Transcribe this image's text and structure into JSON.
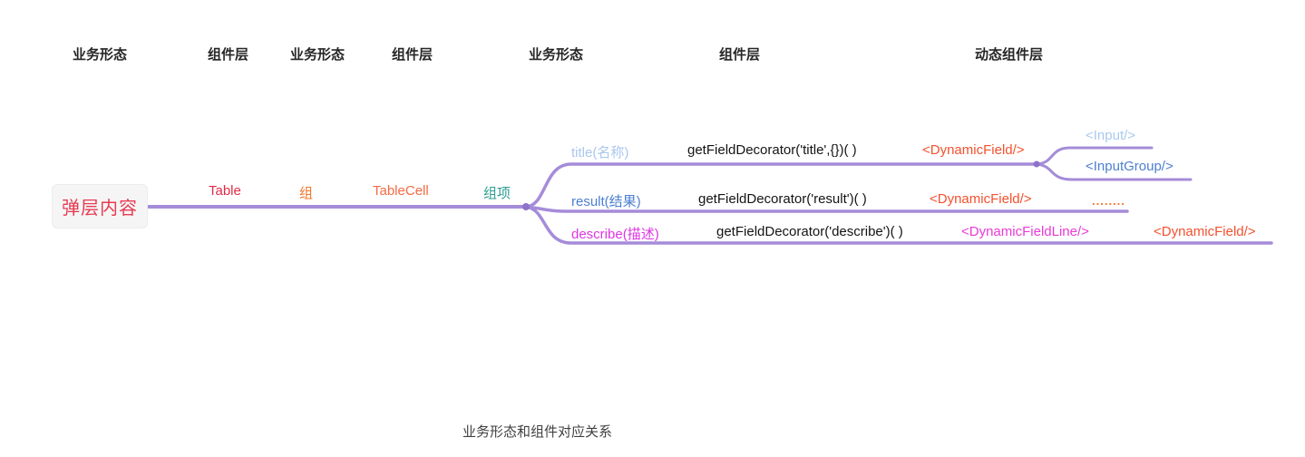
{
  "headers": [
    {
      "label": "业务形态"
    },
    {
      "label": "组件层"
    },
    {
      "label": "业务形态"
    },
    {
      "label": "组件层"
    },
    {
      "label": "业务形态"
    },
    {
      "label": "组件层"
    },
    {
      "label": "动态组件层"
    }
  ],
  "mindmap": {
    "line_color": "#a58cd9",
    "knot_color": "#8f72c9",
    "root": {
      "label": "弹层内容",
      "color": "#e73b52"
    },
    "trunk_nodes": [
      {
        "label": "Table",
        "color": "#e02b47"
      },
      {
        "label": "组",
        "color": "#f4752b"
      },
      {
        "label": "TableCell",
        "color": "#f46a43"
      },
      {
        "label": "组项",
        "color": "#2d9d92"
      }
    ],
    "branches": [
      {
        "field": {
          "label": "title(名称)",
          "color": "#aac7ed"
        },
        "decorator": "getFieldDecorator('title',{})( )",
        "component": {
          "label": "<DynamicField/>",
          "color": "#f4512e"
        },
        "children": [
          {
            "label": "<Input/>",
            "color": "#a9c9ee"
          },
          {
            "label": "<InputGroup/>",
            "color": "#4c7fd1"
          }
        ]
      },
      {
        "field": {
          "label": "result(结果)",
          "color": "#4c7fd1"
        },
        "decorator": "getFieldDecorator('result')( )",
        "component": {
          "label": "<DynamicField/>",
          "color": "#f4512e"
        },
        "ellipsis": {
          "label": "........",
          "color": "#f4742c"
        }
      },
      {
        "field": {
          "label": "describe(描述)",
          "color": "#de35e3"
        },
        "decorator": "getFieldDecorator('describe')( )",
        "component": {
          "label": "<DynamicFieldLine/>",
          "color": "#ea39d7"
        },
        "child": {
          "label": "<DynamicField/>",
          "color": "#f4512e"
        }
      }
    ]
  },
  "caption": "业务形态和组件对应关系"
}
